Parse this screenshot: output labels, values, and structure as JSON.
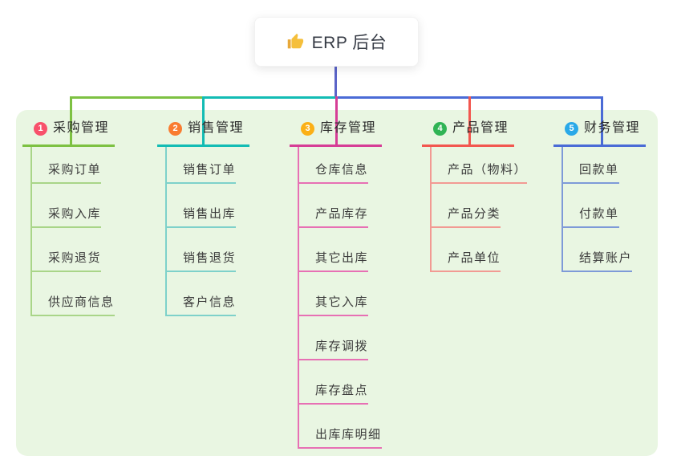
{
  "root": {
    "label": "ERP 后台",
    "icon": "thumbs-up-icon",
    "icon_color": "#f5bf3b"
  },
  "colors": {
    "page_bg": "#ffffff",
    "panel_bg": "#e9f6e2",
    "root_connector": "#5b64c8",
    "header_text": "#2b2b2b",
    "child_text": "#3b3b3b"
  },
  "branches": [
    {
      "number": "1",
      "label": "采购管理",
      "badge_color": "#f8516b",
      "line_color": "#7dc142",
      "child_line_color": "#a9d588",
      "children": [
        "采购订单",
        "采购入库",
        "采购退货",
        "供应商信息"
      ]
    },
    {
      "number": "2",
      "label": "销售管理",
      "badge_color": "#f97c30",
      "line_color": "#13bcb4",
      "child_line_color": "#7ed1ca",
      "children": [
        "销售订单",
        "销售出库",
        "销售退货",
        "客户信息"
      ]
    },
    {
      "number": "3",
      "label": "库存管理",
      "badge_color": "#fbb016",
      "line_color": "#d63d96",
      "child_line_color": "#e770b4",
      "children": [
        "仓库信息",
        "产品库存",
        "其它出库",
        "其它入库",
        "库存调拨",
        "库存盘点",
        "出库库明细"
      ]
    },
    {
      "number": "4",
      "label": "产品管理",
      "badge_color": "#30b455",
      "line_color": "#f2574f",
      "child_line_color": "#f29a93",
      "children": [
        "产品（物料）",
        "产品分类",
        "产品单位"
      ]
    },
    {
      "number": "5",
      "label": "财务管理",
      "badge_color": "#2aa9e8",
      "line_color": "#4a6bd6",
      "child_line_color": "#7e9ad8",
      "children": [
        "回款单",
        "付款单",
        "结算账户"
      ]
    }
  ]
}
